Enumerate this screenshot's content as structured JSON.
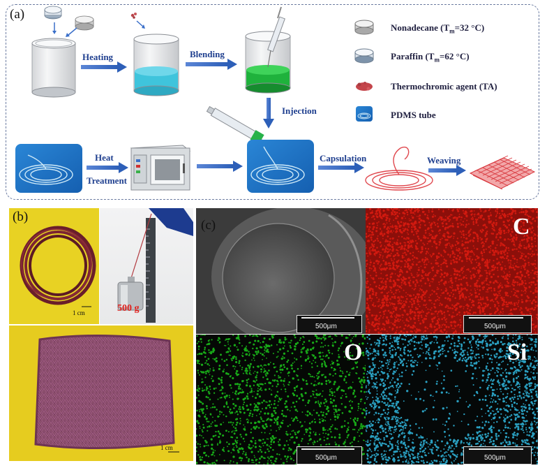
{
  "panel_labels": {
    "a": "(a)",
    "b": "(b)",
    "c": "(c)"
  },
  "steps": {
    "heating": "Heating",
    "blending": "Blending",
    "injection": "Injection",
    "heat": "Heat",
    "treatment": "Treatment",
    "capsulation": "Capsulation",
    "weaving": "Weaving"
  },
  "legend": {
    "nonadecane": {
      "name": "Nonadecane (T",
      "sub": "m",
      "tail": "=32 °C)"
    },
    "paraffin": {
      "name": "Paraffin (T",
      "sub": "m",
      "tail": "=62 °C)"
    },
    "ta": "Thermochromic agent (TA)",
    "pdms": "PDMS tube"
  },
  "photo_b": {
    "scale1": "1 cm",
    "weight": "500 g",
    "scale2": "1 cm"
  },
  "panel_c": {
    "scale": "500μm",
    "elements": {
      "c": "C",
      "o": "O",
      "si": "Si"
    }
  },
  "colors": {
    "arrow": "#3a6fc9",
    "cyan_liquid": "#3fc4dc",
    "green_liquid": "#1fb23c",
    "tube_blue": "#1f74c8",
    "capsule_red": "#e0484e",
    "map_red": "#d21a10",
    "map_green": "#18a818",
    "map_cyan": "#2a9fc0"
  }
}
